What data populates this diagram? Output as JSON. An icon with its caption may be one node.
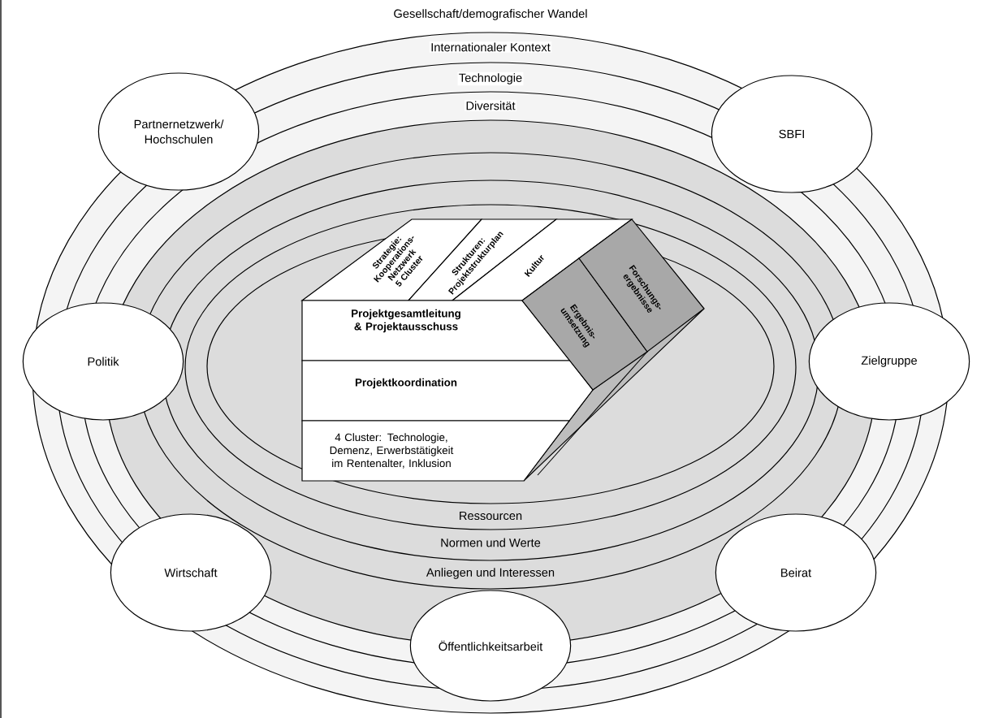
{
  "diagram": {
    "nodes": [
      {
        "text": [
          "Partnernetzwerk/ Hochschulen"
        ]
      },
      {
        "text": [
          "SBFI"
        ]
      },
      {
        "text": [
          "Politik"
        ]
      },
      {
        "text": [
          "Zielgruppe"
        ]
      },
      {
        "text": [
          "Wirtschaft"
        ]
      },
      {
        "text": [
          "Beirat"
        ]
      },
      {
        "text": [
          "Öffentlichkeitsarbeit"
        ]
      },
      {
        "text": [
          "Strategie: Kooperations-Netzwerk 5 Cluster"
        ]
      },
      {
        "text": [
          "Strukturen: Projektstrukturplan"
        ]
      },
      {
        "text": [
          "Kultur"
        ]
      },
      {
        "text": [
          "Projektgesamtleitung & Projektausschuss"
        ]
      },
      {
        "text": [
          "Projektkoordination"
        ]
      },
      {
        "text": [
          "4 Cluster: Technologie, Demenz, Erwerbstätigkeit im Rentenalter, Inklusion"
        ]
      },
      {
        "text": [
          "Ergebnis-umsetzung"
        ]
      },
      {
        "text": [
          "Forschungs-ergebnisse"
        ]
      }
    ],
    "labels": [
      "Gesellschaft/demografischer Wandel",
      "Internationaler Kontext",
      "Technologie",
      "Diversität",
      "Ressourcen",
      "Normen und Werte",
      "Anliegen und Interessen"
    ]
  }
}
